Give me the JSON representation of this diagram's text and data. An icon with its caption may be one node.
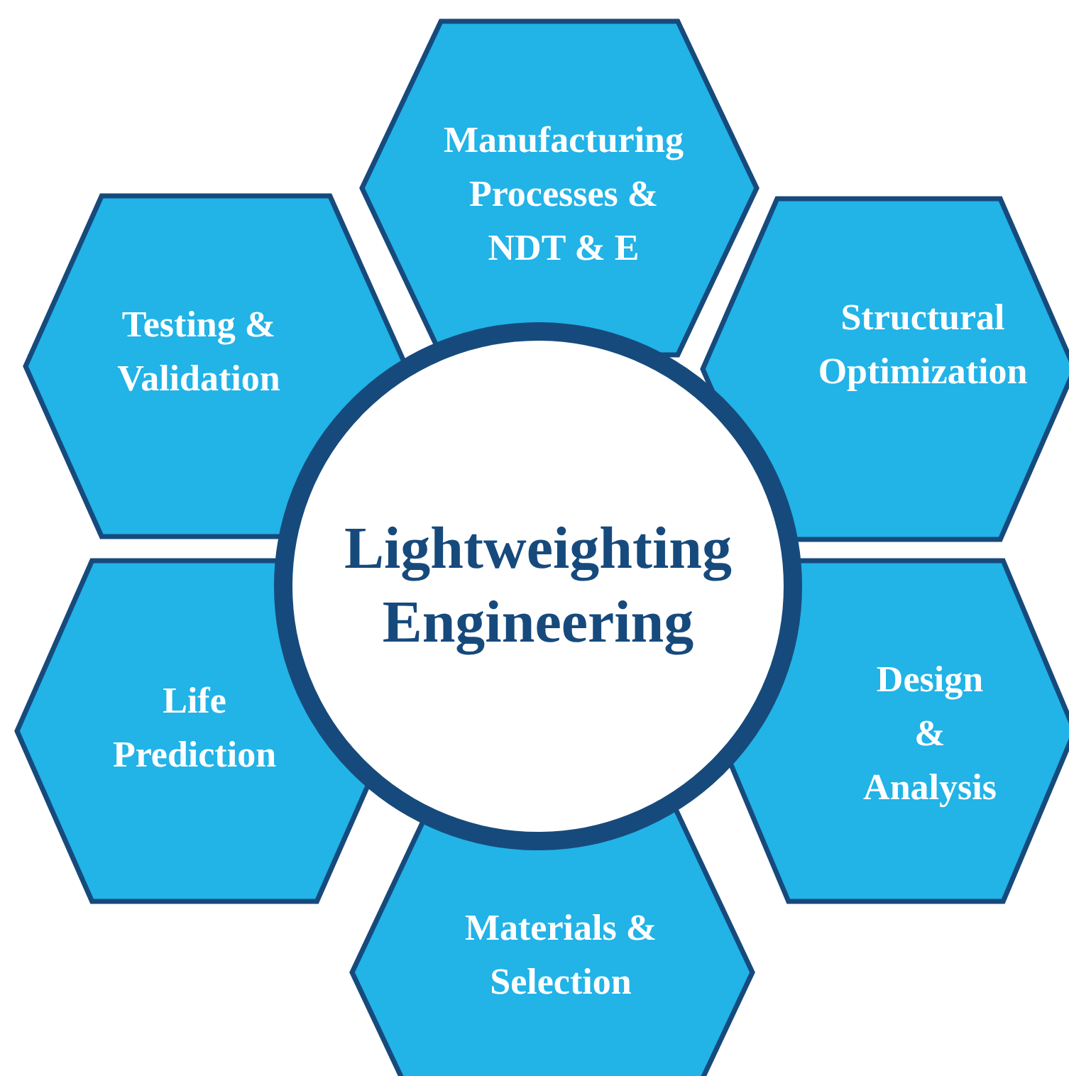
{
  "diagram": {
    "nodes": [
      {
        "text": [
          "Manufacturing Processes & NDT & E"
        ]
      },
      {
        "text": [
          "Testing & Validation"
        ]
      },
      {
        "text": [
          "Structural Optimization"
        ]
      },
      {
        "text": [
          "Lightweighting Engineering"
        ]
      },
      {
        "text": [
          "Life Prediction"
        ]
      },
      {
        "text": [
          "Design & Analysis"
        ]
      },
      {
        "text": [
          "Materials & Selection"
        ]
      }
    ]
  }
}
